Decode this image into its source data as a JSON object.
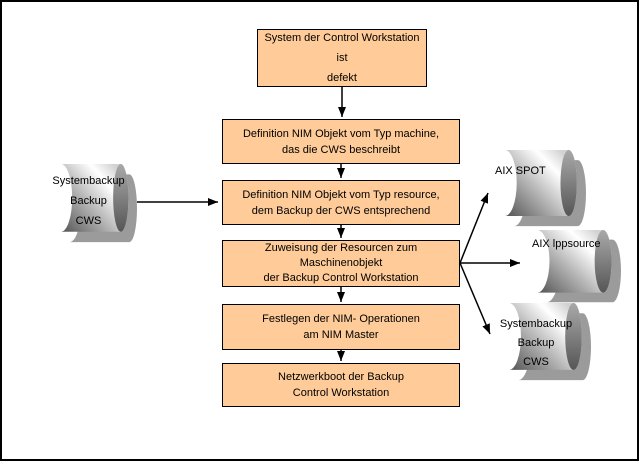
{
  "colors": {
    "background": "#FFFFFF",
    "box_fill": "#FFCC99",
    "box_border": "#000000",
    "line_color": "#000000",
    "cylinder_shadow": "#9B9B9B"
  },
  "flow": {
    "steps": [
      {
        "id": "step-1",
        "lines": [
          "System der Control Workstation ist",
          "defekt"
        ]
      },
      {
        "id": "step-2",
        "lines": [
          "Definition NIM Objekt vom Typ machine,",
          "das die CWS beschreibt"
        ]
      },
      {
        "id": "step-3",
        "lines": [
          "Definition NIM Objekt vom Typ resource,",
          "dem Backup der CWS entsprechend"
        ]
      },
      {
        "id": "step-4",
        "lines": [
          "Zuweisung der Resourcen zum",
          "Maschinenobjekt",
          "der Backup Control Workstation"
        ]
      },
      {
        "id": "step-5",
        "lines": [
          "Festlegen der NIM- Operationen",
          "am NIM Master"
        ]
      },
      {
        "id": "step-6",
        "lines": [
          "Netzwerkboot der Backup",
          "Control Workstation"
        ]
      }
    ]
  },
  "datastores": {
    "left": {
      "id": "systembackup-left",
      "lines": [
        "Systembackup",
        "Backup",
        "CWS"
      ]
    },
    "right": [
      {
        "id": "aix-spot",
        "lines": [
          "AIX SPOT"
        ]
      },
      {
        "id": "aix-lppsource",
        "lines": [
          "AIX lppsource"
        ]
      },
      {
        "id": "systembackup-right",
        "lines": [
          "Systembackup",
          "Backup",
          "CWS"
        ]
      }
    ]
  },
  "connections": [
    {
      "from": "step-1",
      "to": "step-2"
    },
    {
      "from": "step-2",
      "to": "step-3"
    },
    {
      "from": "step-3",
      "to": "step-4"
    },
    {
      "from": "step-4",
      "to": "step-5"
    },
    {
      "from": "step-5",
      "to": "step-6"
    },
    {
      "from": "systembackup-left",
      "to": "step-3"
    },
    {
      "from": "step-4",
      "to": "aix-spot"
    },
    {
      "from": "step-4",
      "to": "aix-lppsource"
    },
    {
      "from": "step-4",
      "to": "systembackup-right"
    }
  ]
}
